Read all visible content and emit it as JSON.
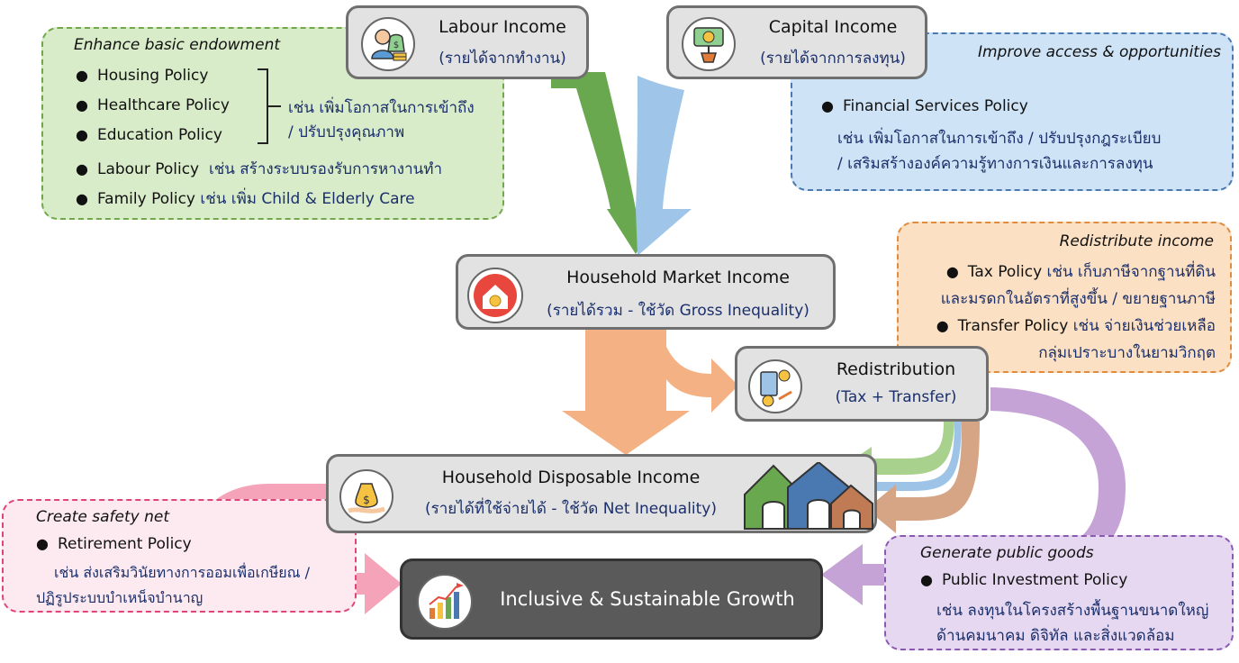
{
  "colors": {
    "labour_arrow": "#6aa84f",
    "capital_arrow": "#9fc5e8",
    "household_arrow": "#f4b183",
    "transfer_green": "#a9d18e",
    "transfer_blue": "#9dc3e6",
    "transfer_brown": "#d6a585",
    "purple_arrow": "#c5a3d6",
    "pink_arrow": "#f4a3b8"
  },
  "labour": {
    "title": "Labour Income",
    "subtitle": "(รายได้จากทำงาน)",
    "icon": "money-bag-person-icon"
  },
  "capital": {
    "title": "Capital Income",
    "subtitle": "(รายได้จากการลงทุน)",
    "icon": "money-plant-icon"
  },
  "market": {
    "title": "Household Market Income",
    "subtitle": "(รายได้รวม - ใช้วัด Gross Inequality)",
    "icon": "house-coin-icon"
  },
  "redistribution": {
    "title": "Redistribution",
    "subtitle": "(Tax + Transfer)",
    "icon": "calculator-coins-icon"
  },
  "disposable": {
    "title": "Household Disposable Income",
    "subtitle": "(รายได้ที่ใช้จ่ายได้ - ใช้วัด Net Inequality)",
    "icon": "hand-money-bag-icon"
  },
  "growth": {
    "title": "Inclusive & Sustainable Growth",
    "icon": "growth-chart-icon"
  },
  "endow": {
    "title": "Enhance basic endowment",
    "items": [
      "Housing Policy",
      "Healthcare Policy",
      "Education Policy",
      "Labour Policy",
      "Family Policy"
    ],
    "bracket_note_1": "เช่น เพิ่มโอกาสในการเข้าถึง",
    "bracket_note_2": "/ ปรับปรุงคุณภาพ",
    "labour_note": "เช่น สร้างระบบรองรับการหางานทำ",
    "family_note": "เช่น เพิ่ม Child & Elderly Care"
  },
  "access": {
    "title": "Improve access & opportunities",
    "item": "Financial Services Policy",
    "line1": "เช่น เพิ่มโอกาสในการเข้าถึง / ปรับปรุงกฎระเบียบ",
    "line2": "/ เสริมสร้างองค์ความรู้ทางการเงินและการลงทุน"
  },
  "redist_panel": {
    "title": "Redistribute income",
    "tax": "Tax Policy",
    "tax_note1": "เช่น เก็บภาษีจากฐานที่ดิน",
    "tax_note2": "และมรดกในอัตราที่สูงขึ้น / ขยายฐานภาษี",
    "transfer": "Transfer Policy",
    "transfer_note1": "เช่น จ่ายเงินช่วยเหลือ",
    "transfer_note2": "กลุ่มเปราะบางในยามวิกฤต"
  },
  "safety": {
    "title": "Create safety net",
    "item": "Retirement Policy",
    "line1": "เช่น ส่งเสริมวินัยทางการออมเพื่อเกษียณ /",
    "line2": "ปฏิรูประบบบำเหน็จบำนาญ"
  },
  "public": {
    "title": "Generate public goods",
    "item": "Public Investment Policy",
    "line1": "เช่น ลงทุนในโครงสร้างพื้นฐานขนาดใหญ่",
    "line2": "ด้านคมนาคม ดิจิทัล และสิ่งแวดล้อม"
  }
}
